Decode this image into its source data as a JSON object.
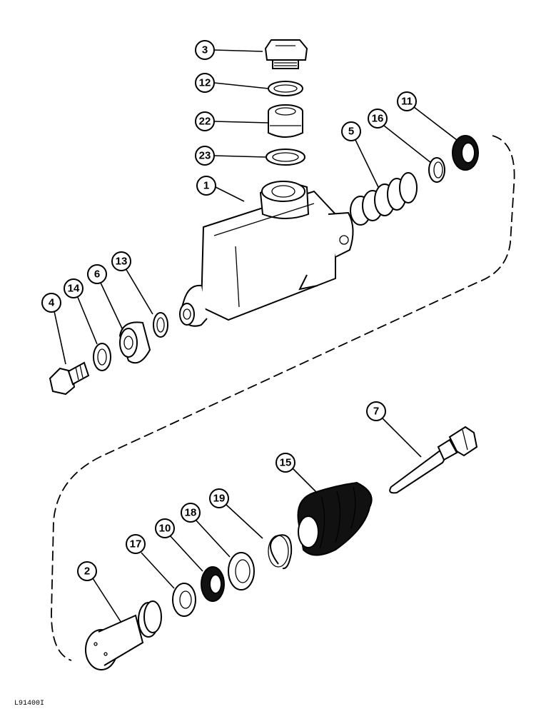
{
  "reference_code": "L91400I",
  "callouts": [
    {
      "id": "c3",
      "label": "3"
    },
    {
      "id": "c12",
      "label": "12"
    },
    {
      "id": "c22",
      "label": "22"
    },
    {
      "id": "c23",
      "label": "23"
    },
    {
      "id": "c1",
      "label": "1"
    },
    {
      "id": "c5",
      "label": "5"
    },
    {
      "id": "c16",
      "label": "16"
    },
    {
      "id": "c11",
      "label": "11"
    },
    {
      "id": "c4",
      "label": "4"
    },
    {
      "id": "c14",
      "label": "14"
    },
    {
      "id": "c6",
      "label": "6"
    },
    {
      "id": "c13",
      "label": "13"
    },
    {
      "id": "c7",
      "label": "7"
    },
    {
      "id": "c15",
      "label": "15"
    },
    {
      "id": "c19",
      "label": "19"
    },
    {
      "id": "c18",
      "label": "18"
    },
    {
      "id": "c10",
      "label": "10"
    },
    {
      "id": "c17",
      "label": "17"
    },
    {
      "id": "c2",
      "label": "2"
    }
  ]
}
